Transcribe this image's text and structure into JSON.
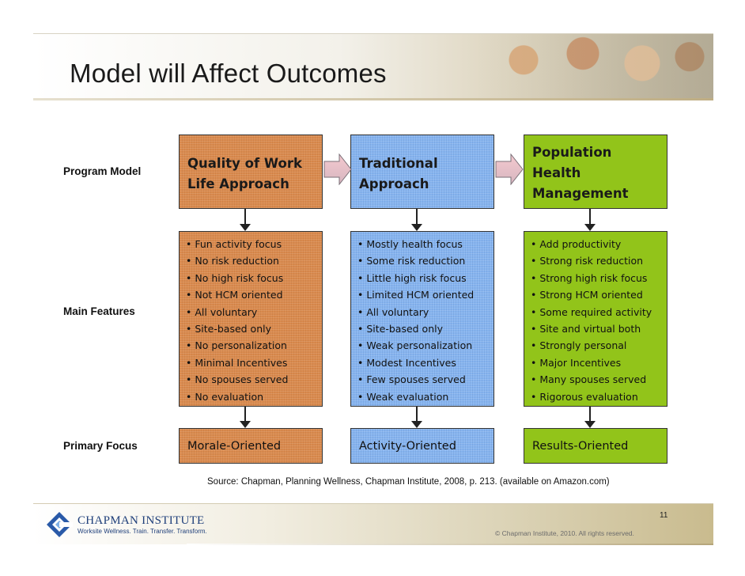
{
  "slide": {
    "title": "Model will Affect Outcomes",
    "source": "Source: Chapman, Planning Wellness, Chapman Institute, 2008, p. 213. (available on Amazon.com)"
  },
  "row_labels": {
    "program_model": "Program Model",
    "main_features": "Main Features",
    "primary_focus": "Primary Focus"
  },
  "columns": [
    {
      "model_line1": "Quality of Work",
      "model_line2": "Life Approach",
      "model_line3": "",
      "features": [
        "• Fun activity focus",
        "• No risk reduction",
        "• No high risk focus",
        "• Not HCM oriented",
        "• All voluntary",
        "• Site-based only",
        "• No personalization",
        "• Minimal Incentives",
        "• No spouses served",
        "• No evaluation"
      ],
      "focus": "Morale-Oriented",
      "color": "#d98a4e"
    },
    {
      "model_line1": "Traditional",
      "model_line2": "Approach",
      "model_line3": "",
      "features": [
        "• Mostly health focus",
        "• Some risk reduction",
        "• Little high risk focus",
        "• Limited HCM oriented",
        "• All voluntary",
        "• Site-based only",
        "• Weak personalization",
        "• Modest Incentives",
        "• Few spouses served",
        "• Weak evaluation"
      ],
      "focus": "Activity-Oriented",
      "color": "#86b4ef"
    },
    {
      "model_line1": "Population",
      "model_line2": "Health",
      "model_line3": "Management",
      "features": [
        "• Add productivity",
        "• Strong risk reduction",
        "• Strong high risk focus",
        "• Strong HCM oriented",
        "• Some required activity",
        "• Site and virtual both",
        "• Strongly personal",
        "• Major Incentives",
        "• Many spouses served",
        "• Rigorous evaluation"
      ],
      "focus": "Results-Oriented",
      "color": "#92c41a"
    }
  ],
  "footer": {
    "logo_name": "CHAPMAN INSTITUTE",
    "logo_tagline": "Worksite Wellness. Train. Transfer. Transform.",
    "page_number": "11",
    "copyright": "© Chapman Institute, 2010. All rights reserved."
  },
  "colors": {
    "orange": "#d98a4e",
    "blue": "#86b4ef",
    "green": "#92c41a",
    "brand_navy": "#1f3f7a"
  }
}
